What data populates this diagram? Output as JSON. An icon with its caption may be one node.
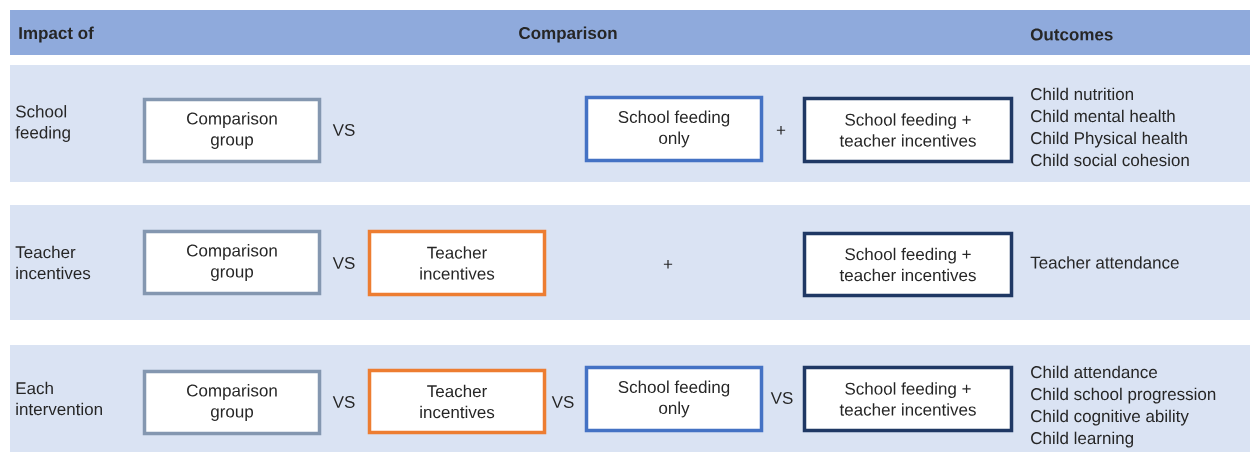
{
  "diagram": {
    "nodes": [
      {
        "text": [
          "Impact of",
          "Comparison",
          "Outcomes"
        ]
      },
      {
        "text": [
          "School feeding",
          "Child nutrition",
          "Child mental health",
          "Child Physical health",
          "Child social cohesion"
        ]
      },
      {
        "text": [
          "Comparison group"
        ],
        "in": 1
      },
      {
        "text": [
          "School feeding only"
        ],
        "in": 1
      },
      {
        "text": [
          "School feeding + teacher incentives"
        ],
        "in": 1
      },
      {
        "text": [
          "Teacher incentives",
          "Teacher attendance"
        ]
      },
      {
        "text": [
          "Comparison group"
        ],
        "in": 5
      },
      {
        "text": [
          "Teacher incentives"
        ],
        "in": 5
      },
      {
        "text": [
          "School feeding + teacher incentives"
        ],
        "in": 5
      },
      {
        "text": [
          "Each intervention",
          "Child attendance",
          "Child school progression",
          "Child cognitive ability",
          "Child learning"
        ]
      },
      {
        "text": [
          "Comparison group"
        ],
        "in": 9
      },
      {
        "text": [
          "Teacher incentives"
        ],
        "in": 9
      },
      {
        "text": [
          "School feeding only"
        ],
        "in": 9
      },
      {
        "text": [
          "School feeding + teacher incentives"
        ],
        "in": 9
      }
    ],
    "labels": [
      "VS",
      "+",
      "VS",
      "+",
      "VS",
      "VS",
      "VS"
    ]
  }
}
